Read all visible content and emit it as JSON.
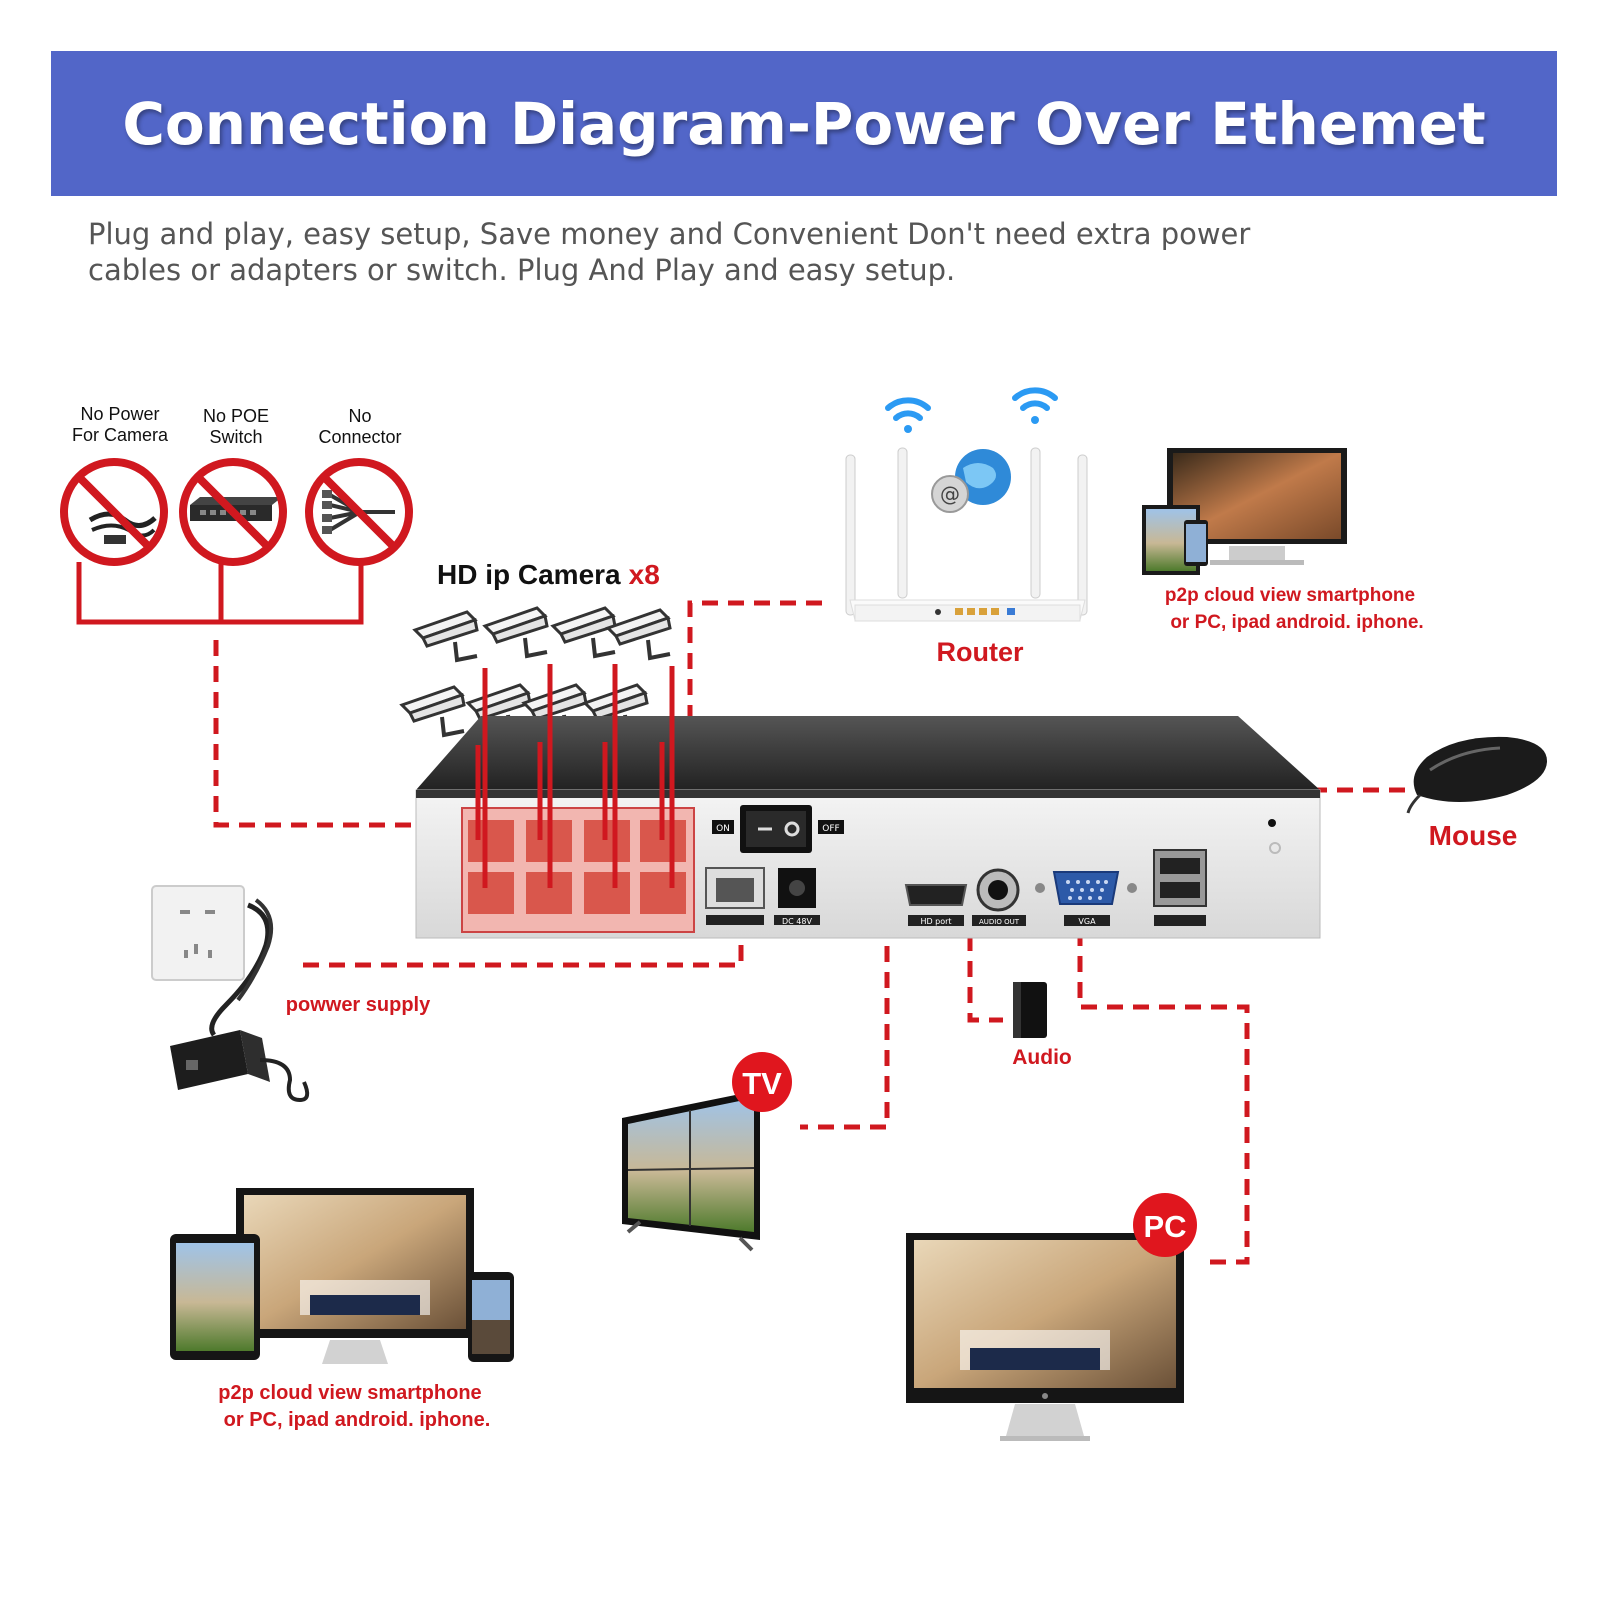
{
  "header": {
    "title": "Connection Diagram-Power Over Ethemet"
  },
  "intro": {
    "line1": "Plug and play, easy setup, Save money and Convenient Don't need extra power",
    "line2": "cables or adapters or switch. Plug And Play and easy setup."
  },
  "no_items": [
    {
      "line1": "No Power",
      "line2": "For Camera"
    },
    {
      "line1": "No POE",
      "line2": "Switch"
    },
    {
      "line1": "No",
      "line2": "Connector"
    }
  ],
  "camera": {
    "label": "HD ip Camera",
    "count": "x8"
  },
  "router": {
    "label": "Router"
  },
  "cloud_top": {
    "line1": "p2p cloud view smartphone",
    "line2": "or PC, ipad android. iphone."
  },
  "cloud_bottom": {
    "line1": "p2p cloud view smartphone",
    "line2": "or PC, ipad android. iphone."
  },
  "mouse": {
    "label": "Mouse"
  },
  "power": {
    "label": "powwer supply"
  },
  "audio": {
    "label": "Audio"
  },
  "tv": {
    "badge": "TV"
  },
  "pc": {
    "badge": "PC"
  },
  "nvr": {
    "switch_on": "ON",
    "switch_off": "OFF",
    "dc_label": "DC 48V",
    "hdmi_label": "HD port",
    "audio_label": "AUDIO OUT",
    "vga_label": "VGA"
  },
  "colors": {
    "banner": "#5266c8",
    "accent_red": "#d0181f",
    "subtitle_gray": "#555555"
  }
}
